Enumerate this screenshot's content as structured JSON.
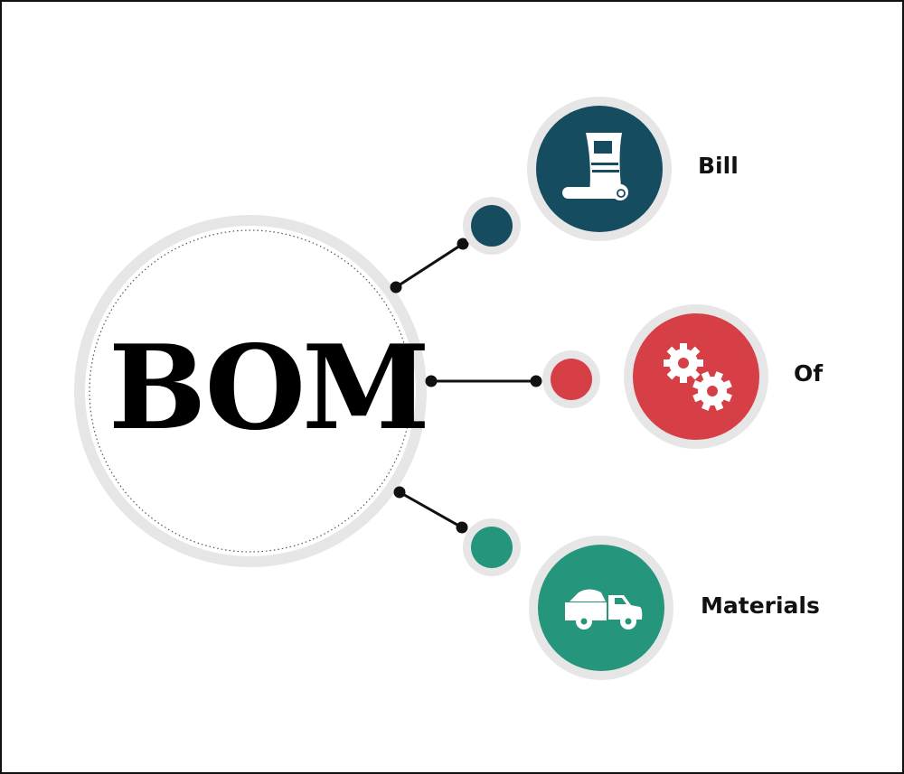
{
  "center": {
    "text": "BOM"
  },
  "items": [
    {
      "label": "Bill",
      "icon": "document-scroll-icon",
      "color": "#154c5f"
    },
    {
      "label": "Of",
      "icon": "gears-icon",
      "color": "#d63f45"
    },
    {
      "label": "Materials",
      "icon": "truck-icon",
      "color": "#25957b"
    }
  ],
  "colors": {
    "ring": "#e6e6e6",
    "connector": "#111111",
    "background": "#ffffff"
  }
}
